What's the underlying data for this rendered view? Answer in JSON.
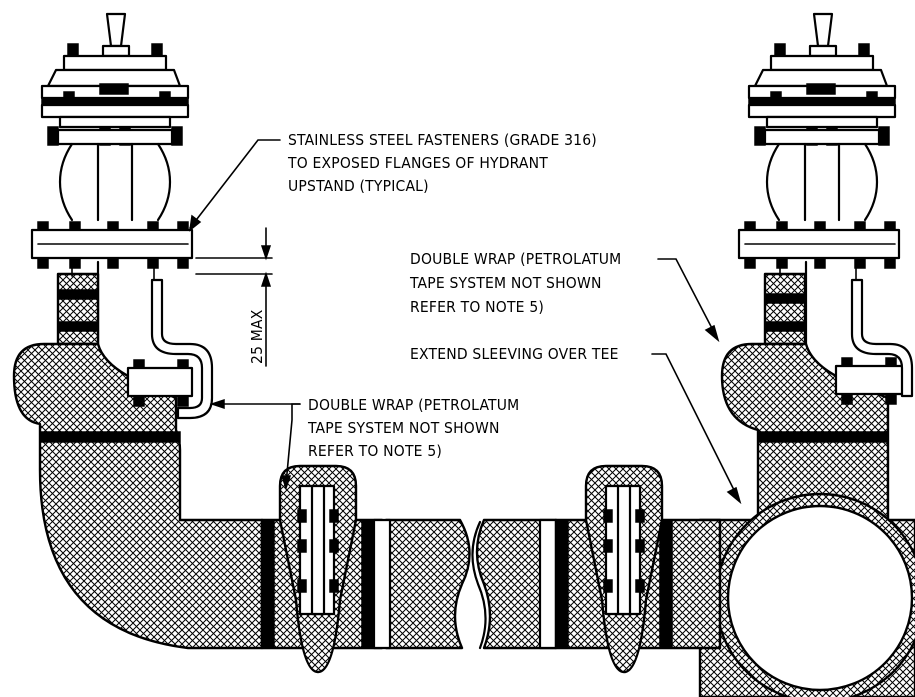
{
  "annotations": {
    "fasteners": [
      "STAINLESS STEEL FASTENERS (GRADE 316)",
      "TO EXPOSED FLANGES OF HYDRANT",
      "UPSTAND (TYPICAL)"
    ],
    "double_wrap_right": [
      "DOUBLE WRAP (PETROLATUM",
      "TAPE SYSTEM NOT SHOWN",
      "REFER TO NOTE 5)"
    ],
    "extend_sleeving": [
      "EXTEND SLEEVING OVER TEE"
    ],
    "double_wrap_left": [
      "DOUBLE WRAP (PETROLATUM",
      "TAPE SYSTEM NOT SHOWN",
      "REFER TO NOTE 5)"
    ]
  },
  "dimension": {
    "label": "25 MAX"
  },
  "colors": {
    "line": "#000000",
    "background": "#ffffff"
  }
}
